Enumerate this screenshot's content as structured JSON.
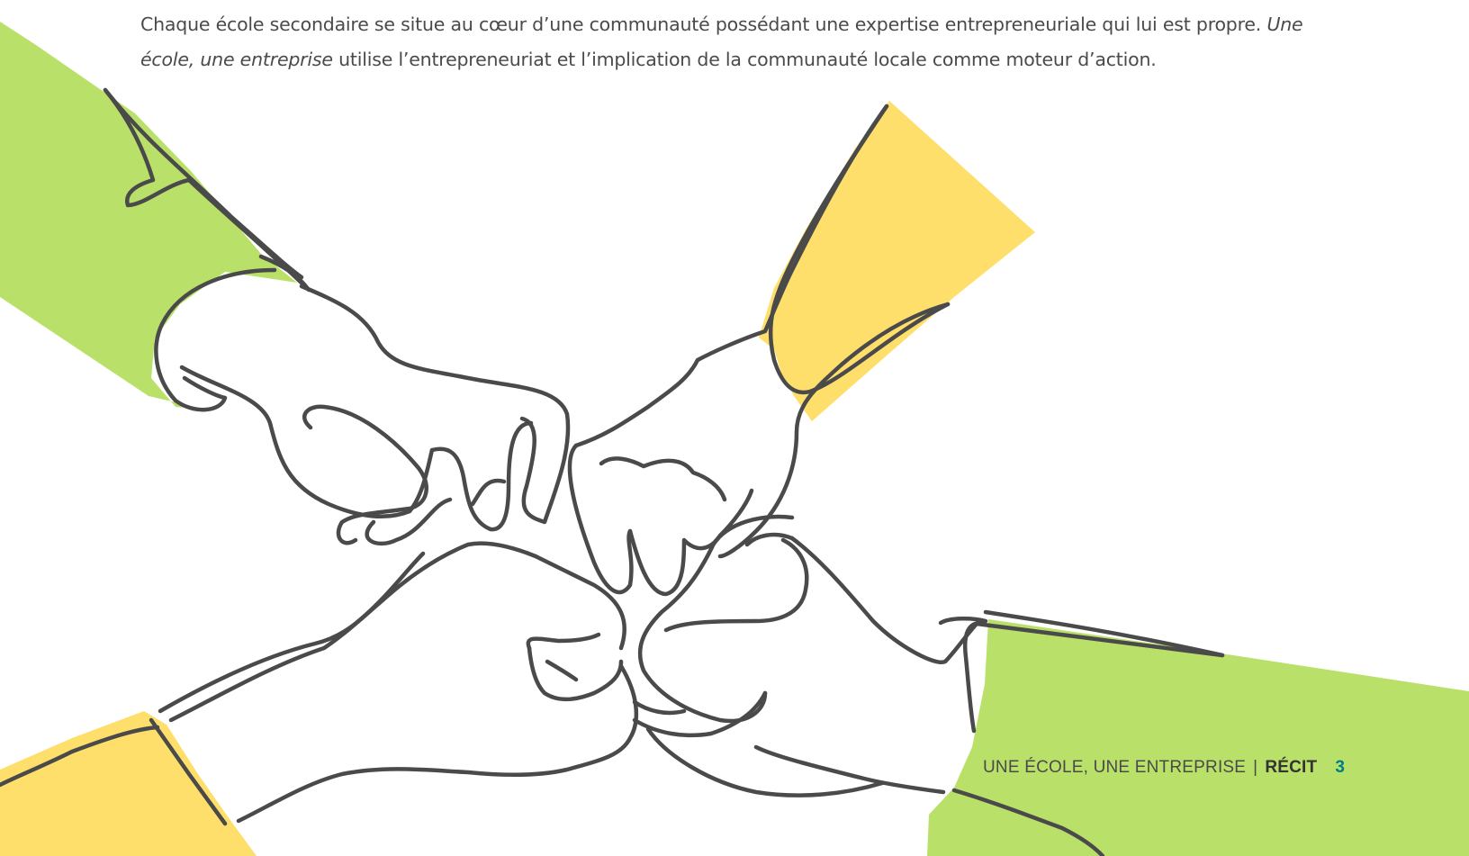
{
  "intro": {
    "part1": "Chaque école secondaire se situe au cœur d’une communauté possédant une expertise entrepreneuriale qui lui est propre. ",
    "emphasis": "Une école, une entreprise",
    "part2": " utilise l’entrepreneuriat et l’implication de la communauté locale comme moteur d’action."
  },
  "footer": {
    "publication": "UNE ÉCOLE, UNE ENTREPRISE",
    "separator": "|",
    "section": "RÉCIT",
    "page_number": "3"
  },
  "colors": {
    "green": "#b9e169",
    "yellow": "#ffdf6b",
    "line": "#4a4a4a",
    "text": "#4a4a4a",
    "page_number": "#007d85"
  },
  "illustration": {
    "icon": "fist-bump-hands-line-art-icon"
  }
}
